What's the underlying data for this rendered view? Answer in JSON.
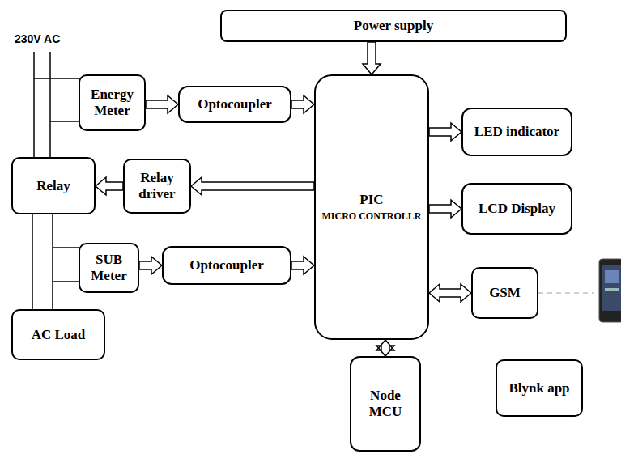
{
  "diagram": {
    "nodes": [
      {
        "text": [
          "Power supply"
        ]
      },
      {
        "text": [
          "Energy Meter"
        ]
      },
      {
        "text": [
          "Optocoupler"
        ]
      },
      {
        "text": [
          "PIC",
          "MICRO CONTROLLR"
        ]
      },
      {
        "text": [
          "LED indicator"
        ]
      },
      {
        "text": [
          "Relay"
        ]
      },
      {
        "text": [
          "Relay driver"
        ]
      },
      {
        "text": [
          "LCD Display"
        ]
      },
      {
        "text": [
          "SUB Meter"
        ]
      },
      {
        "text": [
          "Optocoupler"
        ]
      },
      {
        "text": [
          "GSM"
        ]
      },
      {
        "text": [
          "AC Load"
        ]
      },
      {
        "text": [
          "Node MCU"
        ]
      },
      {
        "text": [
          "Blynk app"
        ]
      }
    ],
    "edges": [
      {
        "from": 0,
        "to": 3,
        "arrow": "to"
      },
      {
        "from": 1,
        "to": 2,
        "arrow": "to"
      },
      {
        "from": 2,
        "to": 3,
        "arrow": "to"
      },
      {
        "from": 3,
        "to": 6,
        "arrow": "to"
      },
      {
        "from": 6,
        "to": 5,
        "arrow": "to"
      },
      {
        "from": 3,
        "to": 4,
        "arrow": "to"
      },
      {
        "from": 3,
        "to": 7,
        "arrow": "to"
      },
      {
        "from": 8,
        "to": 9,
        "arrow": "to"
      },
      {
        "from": 9,
        "to": 3,
        "arrow": "to"
      },
      {
        "from": 3,
        "to": 10,
        "arrow": "both"
      },
      {
        "from": 3,
        "to": 12,
        "arrow": "both"
      },
      {
        "from": 12,
        "to": 13,
        "arrow": "none"
      },
      {
        "from": 5,
        "to": 11,
        "arrow": "none"
      }
    ],
    "labels": [
      "230V AC"
    ]
  }
}
